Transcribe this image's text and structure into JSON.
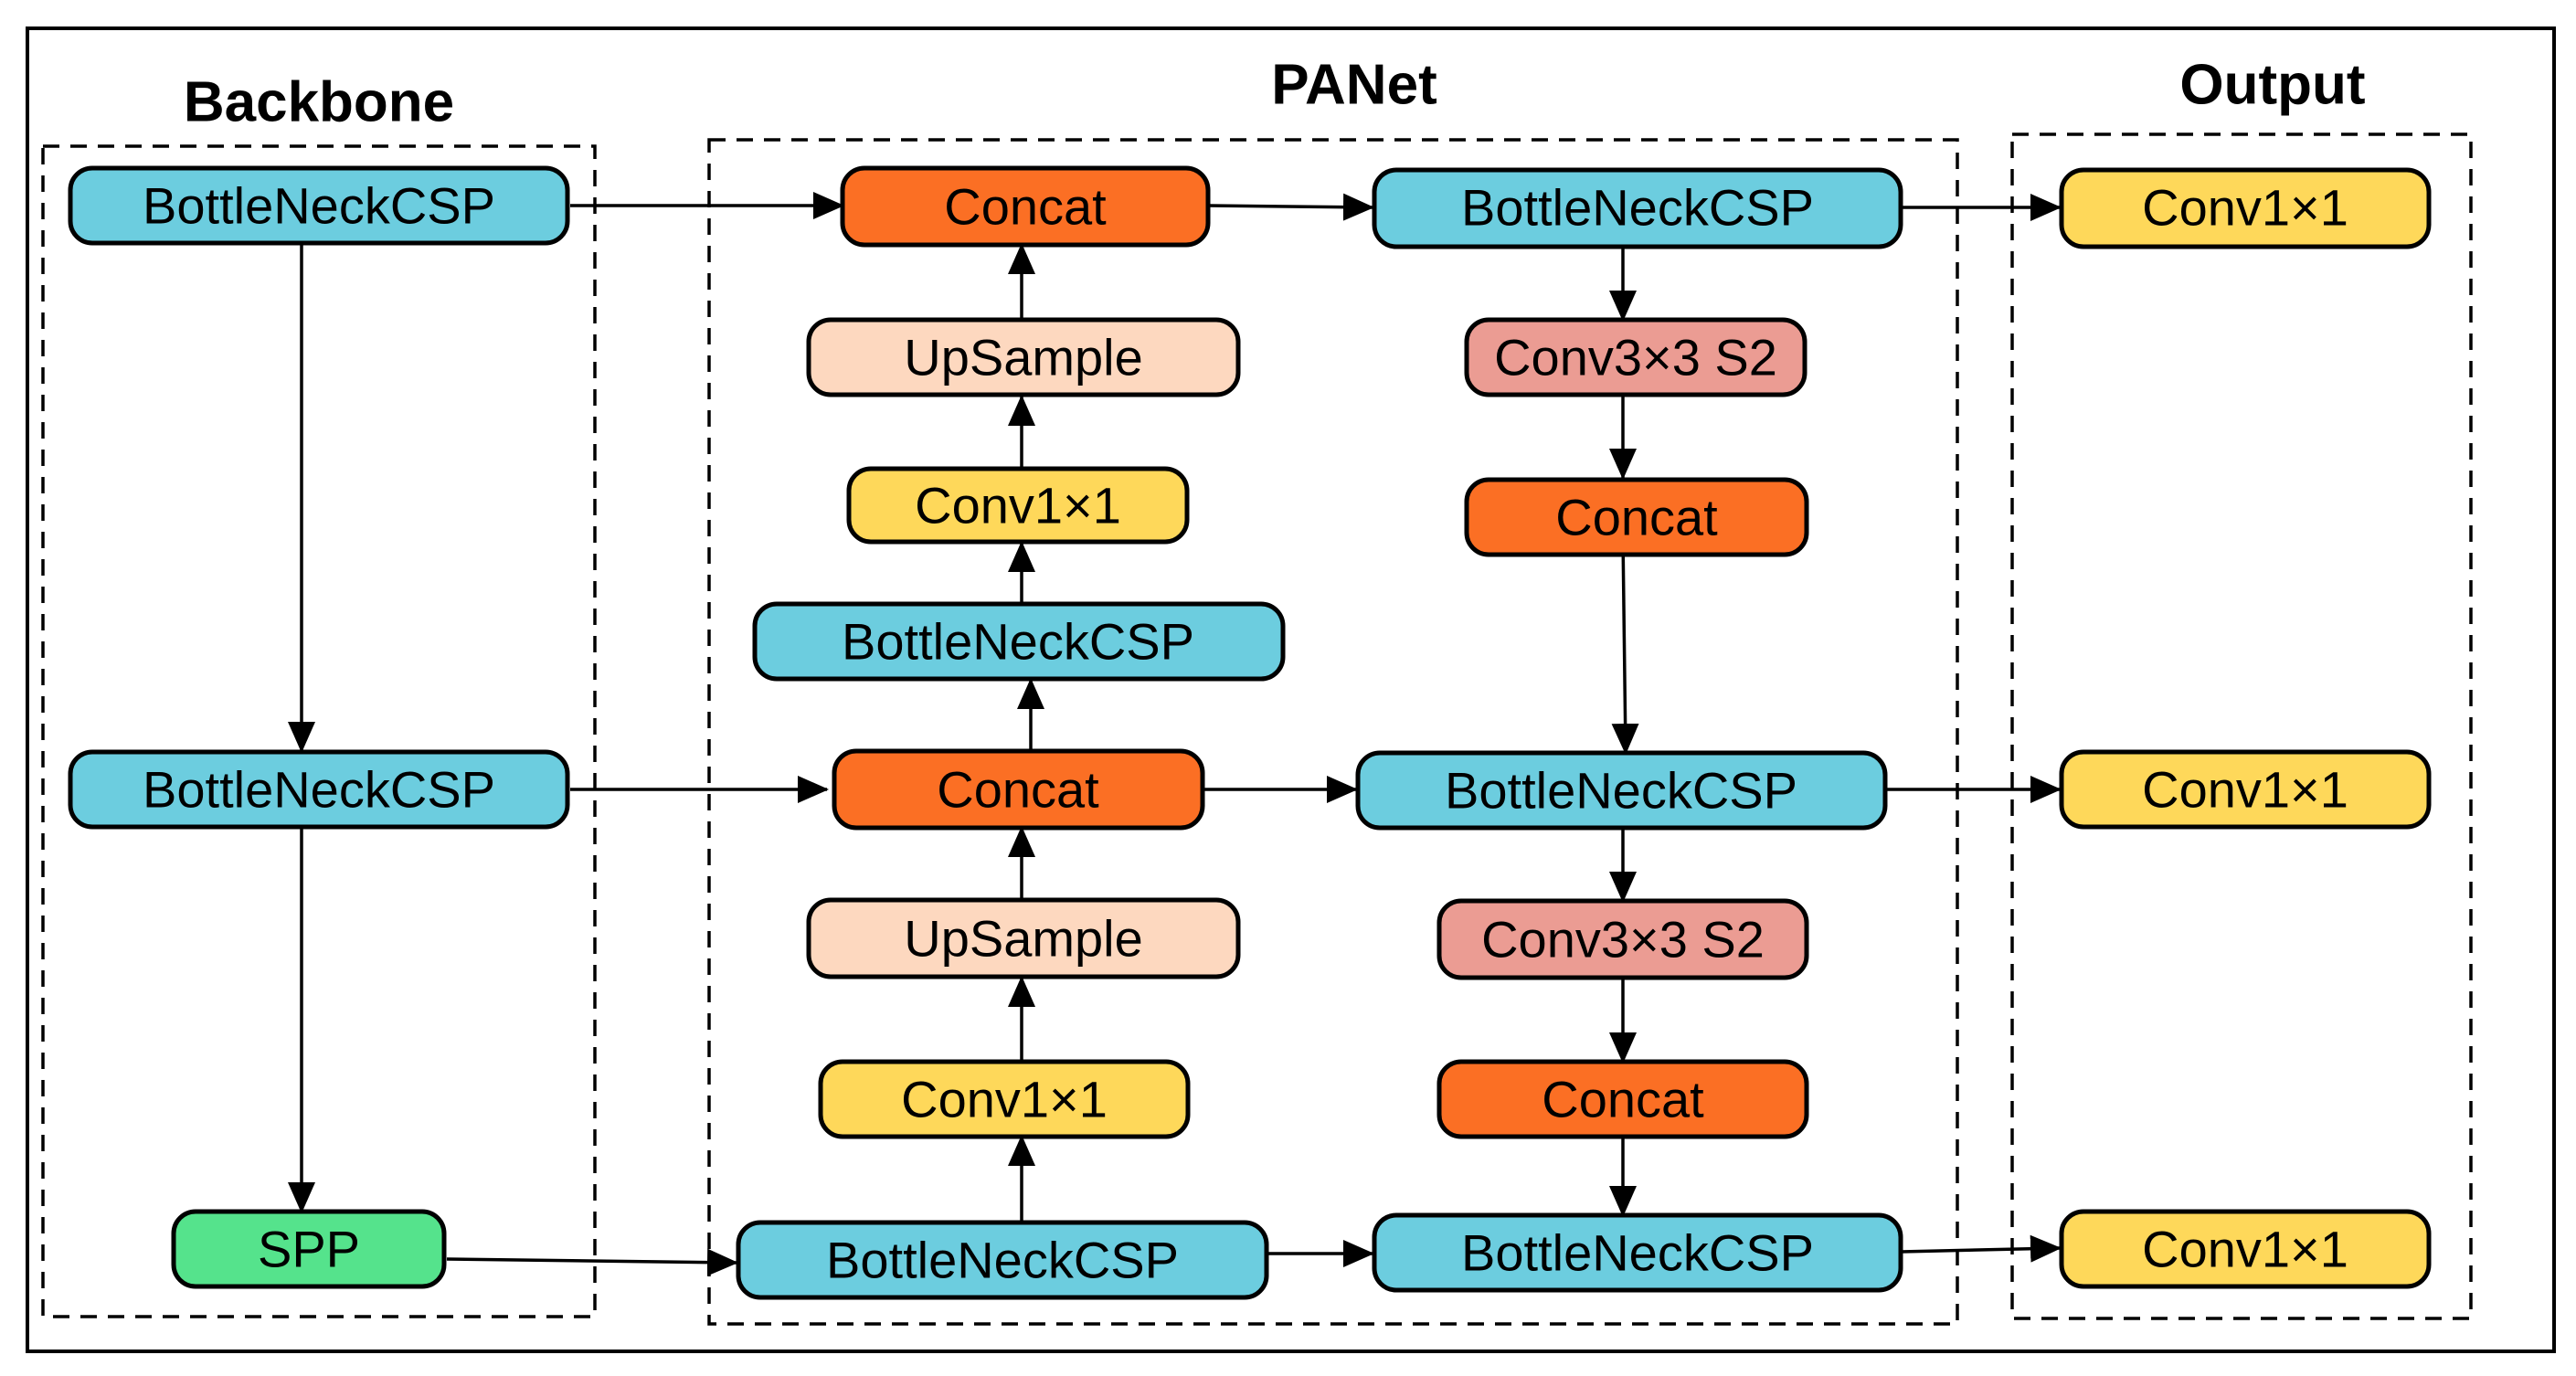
{
  "sections": {
    "backbone": "Backbone",
    "panet": "PANet",
    "output": "Output"
  },
  "colors": {
    "bottleneck": "#6ccddf",
    "concat": "#fb6f24",
    "upsample": "#fdd8bf",
    "conv1x1": "#fed85a",
    "conv3x3": "#eb9c93",
    "spp": "#55e38c"
  },
  "nodes": {
    "bb_csp1": "BottleNeckCSP",
    "bb_csp2": "BottleNeckCSP",
    "bb_spp": "SPP",
    "pa_concat1": "Concat",
    "pa_upsample1": "UpSample",
    "pa_conv1": "Conv1×1",
    "pa_csp_mid": "BottleNeckCSP",
    "pa_concat2": "Concat",
    "pa_upsample2": "UpSample",
    "pa_conv2": "Conv1×1",
    "pa_csp_bottom_left": "BottleNeckCSP",
    "pa_csp_top_right": "BottleNeckCSP",
    "pa_conv3x3_1": "Conv3×3 S2",
    "pa_concat3": "Concat",
    "pa_csp_mid_right": "BottleNeckCSP",
    "pa_conv3x3_2": "Conv3×3 S2",
    "pa_concat4": "Concat",
    "pa_csp_bottom_right": "BottleNeckCSP",
    "out_conv1": "Conv1×1",
    "out_conv2": "Conv1×1",
    "out_conv3": "Conv1×1"
  }
}
